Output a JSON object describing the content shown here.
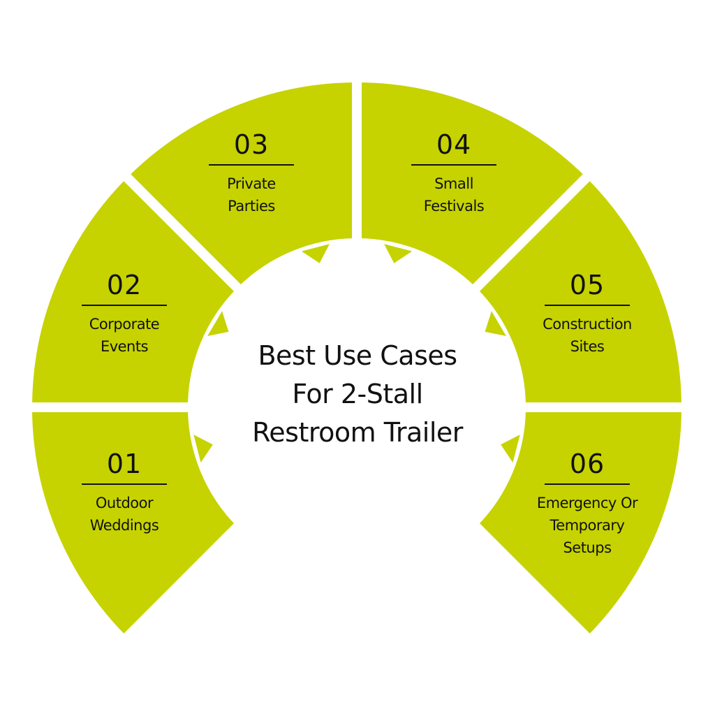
{
  "title_lines": [
    "Best Use Cases",
    "For 2-Stall",
    "Restroom Trailer"
  ],
  "accent_color": "#c6d300",
  "items": [
    {
      "number": "01",
      "lines": [
        "Outdoor",
        "Weddings"
      ]
    },
    {
      "number": "02",
      "lines": [
        "Corporate",
        "Events"
      ]
    },
    {
      "number": "03",
      "lines": [
        "Private",
        "Parties"
      ]
    },
    {
      "number": "04",
      "lines": [
        "Small",
        "Festivals"
      ]
    },
    {
      "number": "05",
      "lines": [
        "Construction",
        "Sites"
      ]
    },
    {
      "number": "06",
      "lines": [
        "Emergency Or",
        "Temporary",
        "Setups"
      ]
    }
  ]
}
